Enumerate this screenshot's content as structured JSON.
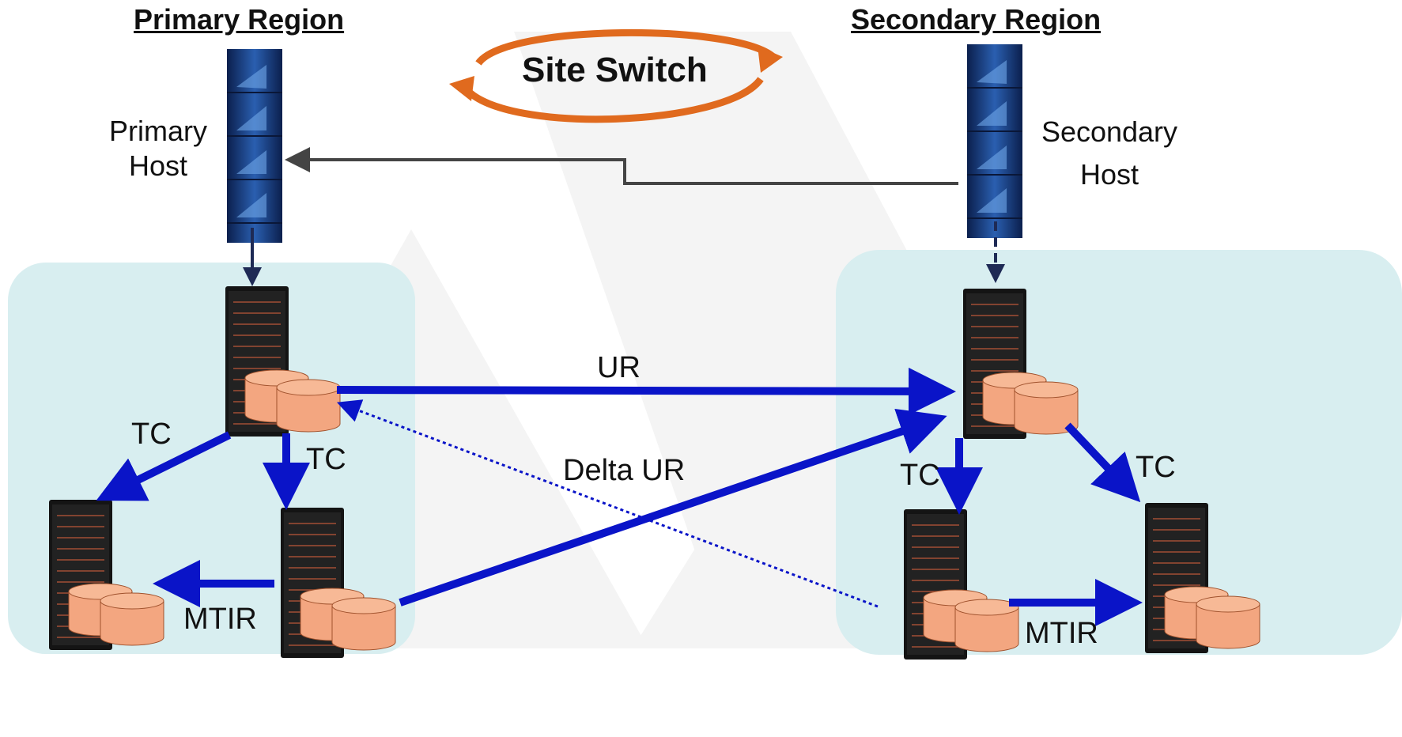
{
  "regions": {
    "primary": {
      "title": "Primary Region",
      "host_lines": [
        "Primary",
        "Host"
      ]
    },
    "secondary": {
      "title": "Secondary Region",
      "host_lines": [
        "Secondary",
        "Host"
      ]
    }
  },
  "site_switch": {
    "label": "Site Switch"
  },
  "links": {
    "ur": "UR",
    "delta_ur": "Delta UR",
    "tc": "TC",
    "mtir": "MTIR"
  },
  "colors": {
    "replication_arrow": "#0a14c8",
    "host_link": "#444444",
    "region_box": "#d8eef0",
    "site_switch_arrow": "#e06a1e",
    "disk": "#f3a680"
  }
}
